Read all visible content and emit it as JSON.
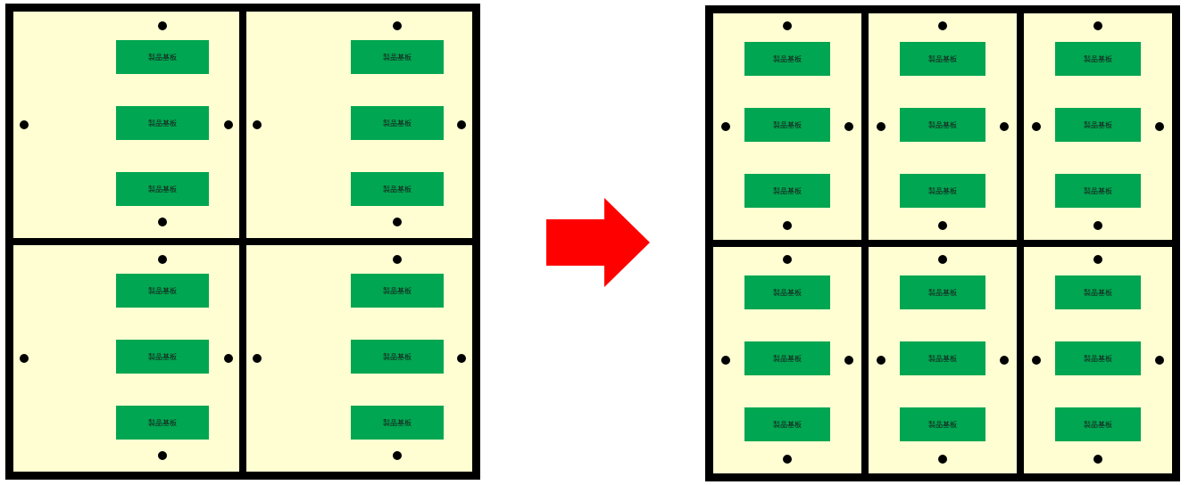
{
  "board_label": "製品基板",
  "colors": {
    "panel_frame": "#000000",
    "cell_background": "#fefed2",
    "board_fill": "#00a651",
    "arrow": "#ff0000",
    "hole": "#000000"
  },
  "icons": {
    "transition": "right-arrow-icon"
  },
  "before": {
    "rows": 2,
    "cols": 2,
    "boards_per_cell": 3
  },
  "after": {
    "rows": 2,
    "cols": 3,
    "boards_per_cell": 3
  }
}
